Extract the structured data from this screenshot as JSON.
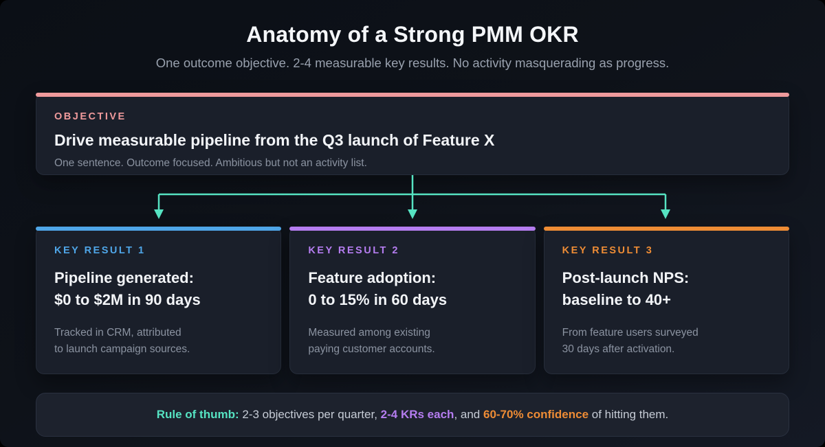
{
  "header": {
    "title": "Anatomy of a Strong PMM OKR",
    "subtitle": "One outcome objective. 2-4 measurable key results. No activity masquerading as progress."
  },
  "objective": {
    "label": "OBJECTIVE",
    "title": "Drive measurable pipeline from the Q3 launch of Feature X",
    "note": "One sentence. Outcome focused. Ambitious but not an activity list."
  },
  "key_results": [
    {
      "label": "KEY RESULT 1",
      "title": "Pipeline generated:\n$0 to $2M in 90 days",
      "note": "Tracked in CRM, attributed\nto launch campaign sources.",
      "accent": "#4fa6e8"
    },
    {
      "label": "KEY RESULT 2",
      "title": "Feature adoption:\n0 to 15% in 60 days",
      "note": "Measured among existing\npaying customer accounts.",
      "accent": "#b57df0"
    },
    {
      "label": "KEY RESULT 3",
      "title": "Post-launch NPS:\nbaseline to 40+",
      "note": "From feature users surveyed\n30 days after activation.",
      "accent": "#ee8c35"
    }
  ],
  "footer": {
    "lead": "Rule of thumb:",
    "part1": " 2-3 objectives per quarter, ",
    "highlight_krs": "2-4 KRs each",
    "part2": ", and ",
    "highlight_confidence": "60-70% confidence",
    "part3": " of hitting them."
  },
  "colors": {
    "pink": "#ef9a9c",
    "blue": "#4fa6e8",
    "purple": "#b57df0",
    "orange": "#ee8c35",
    "teal": "#56e3c2",
    "page_bg": "#0e1219",
    "card_bg": "#1a1f2a",
    "footer_bg": "#1d222d",
    "text_primary": "#f2f4f7",
    "text_muted": "#8b93a1"
  }
}
